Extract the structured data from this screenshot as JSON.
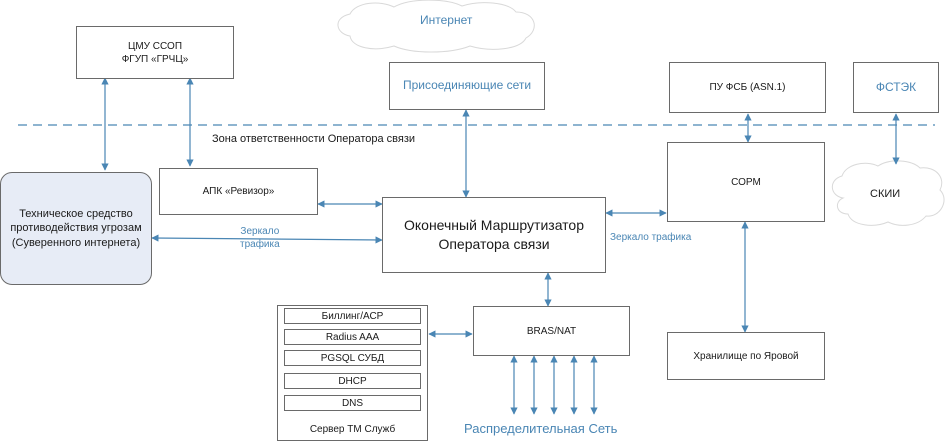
{
  "internet": "Интернет",
  "cmu": {
    "line1": "ЦМУ ССОП",
    "line2": "ФГУП «ГРЧЦ»"
  },
  "connecting_networks": "Присоединяющие сети",
  "pu_fsb": "ПУ ФСБ (ASN.1)",
  "fstek": "ФСТЭК",
  "zone_label": "Зона ответственности Оператора связи",
  "tech_means": {
    "line1": "Техническое средство",
    "line2": "противодействия угрозам",
    "line3": "(Суверенного интернета)"
  },
  "apk_revizor": "АПК «Ревизор»",
  "router": {
    "line1": "Оконечный Маршрутизатор",
    "line2": "Оператора связи"
  },
  "sorm": "СОРМ",
  "skii": "СКИИ",
  "mirror_left": {
    "line1": "Зеркало",
    "line2": "трафика"
  },
  "mirror_right": "Зеркало трафика",
  "bras": "BRAS/NAT",
  "storage": "Хранилище по Яровой",
  "server_items": [
    "Биллинг/АСР",
    "Radius AAA",
    "PGSQL СУБД",
    "DHCP",
    "DNS"
  ],
  "server_title": "Сервер ТМ Служб",
  "distribution_network": "Распределительная Сеть"
}
